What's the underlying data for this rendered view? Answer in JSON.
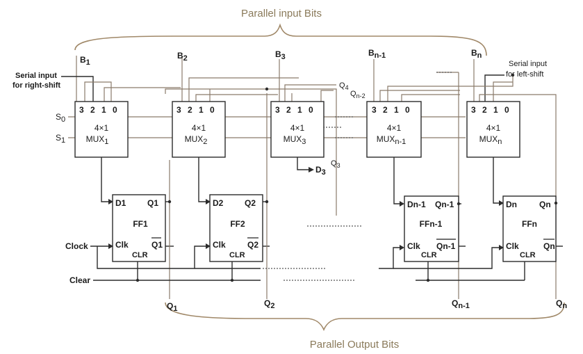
{
  "top_caption": "Parallel input Bits",
  "bottom_caption": "Parallel Output Bits",
  "left_labels": {
    "serial_right_1": "Serial input",
    "serial_right_2": "for right-shift",
    "s0": "S",
    "s0_sub": "0",
    "s1": "S",
    "s1_sub": "1",
    "clock": "Clock",
    "clear": "Clear"
  },
  "right_labels": {
    "serial_left_1": "Serial input",
    "serial_left_2": "for left-shift"
  },
  "inputs": [
    {
      "main": "B",
      "sub": "1"
    },
    {
      "main": "B",
      "sub": "2"
    },
    {
      "main": "B",
      "sub": "3"
    },
    {
      "main": "B",
      "sub": "n-1"
    },
    {
      "main": "B",
      "sub": "n"
    }
  ],
  "muxes": [
    {
      "pins": "3 2 1 0",
      "type": "4×1",
      "name": "MUX",
      "sub": "1"
    },
    {
      "pins": "3 2 1 0",
      "type": "4×1",
      "name": "MUX",
      "sub": "2"
    },
    {
      "pins": "3 2 1 0",
      "type": "4×1",
      "name": "MUX",
      "sub": "3"
    },
    {
      "pins": "3 2 1 0",
      "type": "4×1",
      "name": "MUX",
      "sub": "n-1"
    },
    {
      "pins": "3 2 1 0",
      "type": "4×1",
      "name": "MUX",
      "sub": "n"
    }
  ],
  "flipflops": [
    {
      "d": "D1",
      "q": "Q1",
      "name": "FF1",
      "qbar": "Q1",
      "clk": "Clk",
      "clr": "CLR"
    },
    {
      "d": "D2",
      "q": "Q2",
      "name": "FF2",
      "qbar": "Q2",
      "clk": "Clk",
      "clr": "CLR"
    },
    {
      "d": "Dn-1",
      "q": "Qn-1",
      "name": "FFn-1",
      "qbar": "Qn-1",
      "clk": "Clk",
      "clr": "CLR"
    },
    {
      "d": "Dn",
      "q": "Qn",
      "name": "FFn",
      "qbar": "Qn",
      "clk": "Clk",
      "clr": "CLR"
    }
  ],
  "outputs": [
    {
      "main": "Q",
      "sub": "1"
    },
    {
      "main": "Q",
      "sub": "2"
    },
    {
      "main": "Q",
      "sub": "n-1"
    },
    {
      "main": "Q",
      "sub": "n"
    }
  ],
  "misc": {
    "q4": {
      "main": "Q",
      "sub": "4"
    },
    "qn2": {
      "main": "Q",
      "sub": "n-2"
    },
    "q3": {
      "main": "Q",
      "sub": "3"
    },
    "d3": {
      "main": "D",
      "sub": "3"
    }
  }
}
